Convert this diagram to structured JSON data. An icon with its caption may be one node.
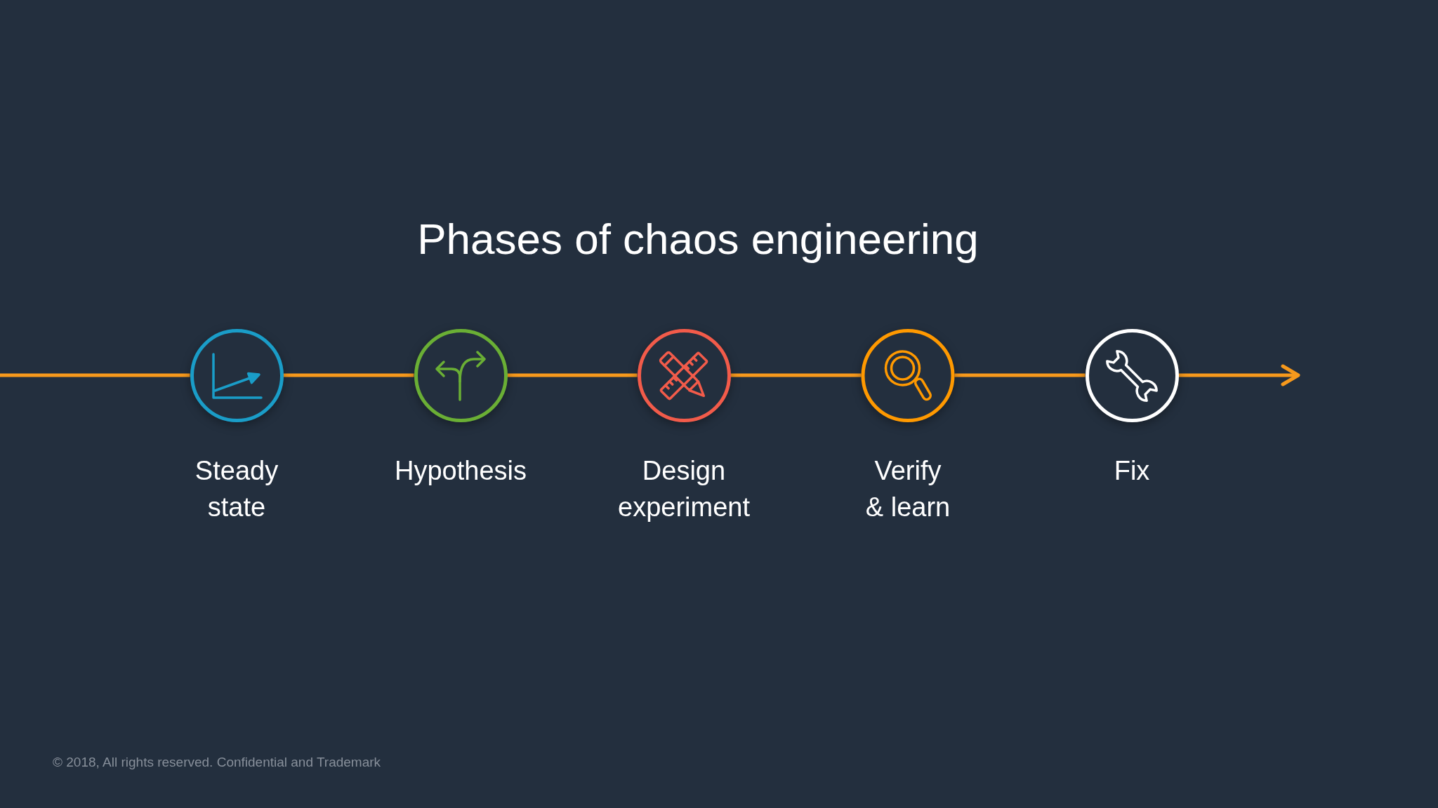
{
  "diagram": {
    "title": "Phases of chaos engineering",
    "nodes": [
      {
        "text": [
          "Steady state"
        ]
      },
      {
        "text": [
          "Hypothesis"
        ]
      },
      {
        "text": [
          "Design experiment"
        ]
      },
      {
        "text": [
          "Verify & learn"
        ]
      },
      {
        "text": [
          "Fix"
        ]
      }
    ],
    "edges": [
      {
        "from": null,
        "to": 0,
        "arrow": "none"
      },
      {
        "from": 0,
        "to": 1,
        "arrow": "none"
      },
      {
        "from": 1,
        "to": 2,
        "arrow": "none"
      },
      {
        "from": 2,
        "to": 3,
        "arrow": "none"
      },
      {
        "from": 3,
        "to": 4,
        "arrow": "none"
      },
      {
        "from": 4,
        "to": null,
        "arrow": "to"
      }
    ],
    "labels": [
      "© 2018, All rights reserved. Confidential and Trademark"
    ]
  }
}
